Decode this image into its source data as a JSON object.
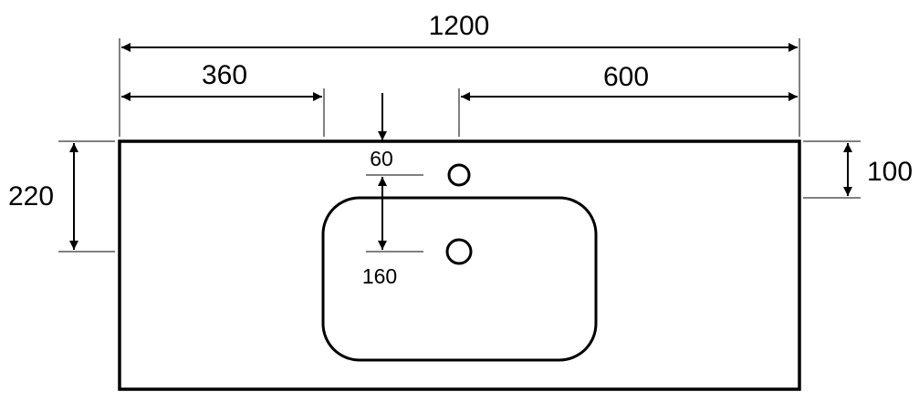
{
  "dimensions": {
    "overall_width": "1200",
    "left_to_basin": "360",
    "tap_hole_to_right": "600",
    "left_height": "220",
    "right_height": "100",
    "inner_top": "60",
    "inner_lower": "160"
  }
}
